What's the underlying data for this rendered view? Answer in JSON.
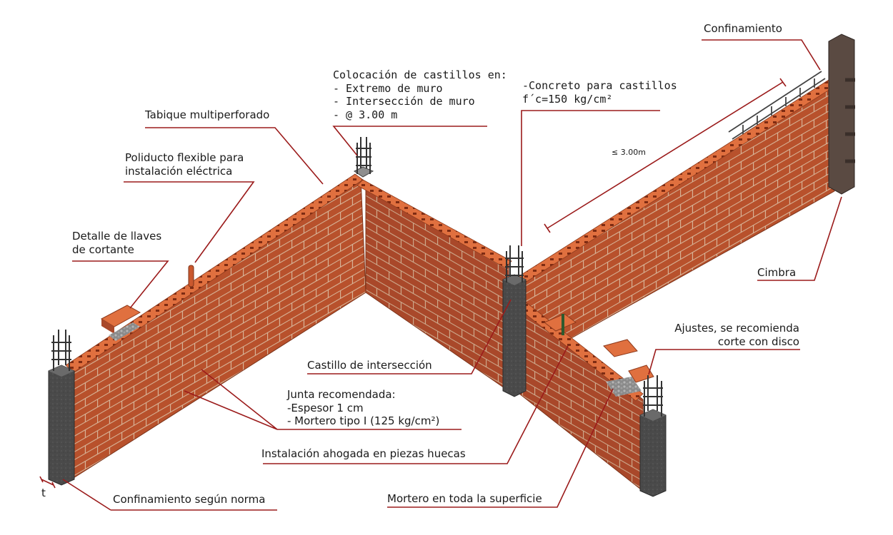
{
  "colors": {
    "accent": "#9b1b1b",
    "brick": "#b8512c",
    "brick_dark": "#8d3a1c",
    "brick_top": "#e0703f",
    "concrete": "#4a4a4a",
    "mortar": "#c9b7a2"
  },
  "labels": {
    "confinamiento": "Confinamiento",
    "colocacion": [
      "Colocación de castillos en:",
      "- Extremo de muro",
      "- Intersección de muro",
      "- @ 3.00 m"
    ],
    "concreto": [
      "-Concreto para castillos",
      "f´c=150 kg/cm²"
    ],
    "tabique": "Tabique multiperforado",
    "poliducto": [
      "Poliducto flexible para",
      "instalación eléctrica"
    ],
    "llaves": [
      "Detalle de llaves",
      "de cortante"
    ],
    "distancia": "≤ 3.00m",
    "cimbra": "Cimbra",
    "ajustes": [
      "Ajustes, se recomienda",
      "corte con disco"
    ],
    "castillo_interseccion": "Castillo de intersección",
    "junta": [
      "Junta recomendada:",
      "-Espesor 1 cm",
      "- Mortero tipo I (125 kg/cm²)"
    ],
    "instalacion": "Instalación ahogada en piezas huecas",
    "mortero": "Mortero en toda la superficie",
    "confinamiento_norma": "Confinamiento según norma",
    "t": "t"
  }
}
